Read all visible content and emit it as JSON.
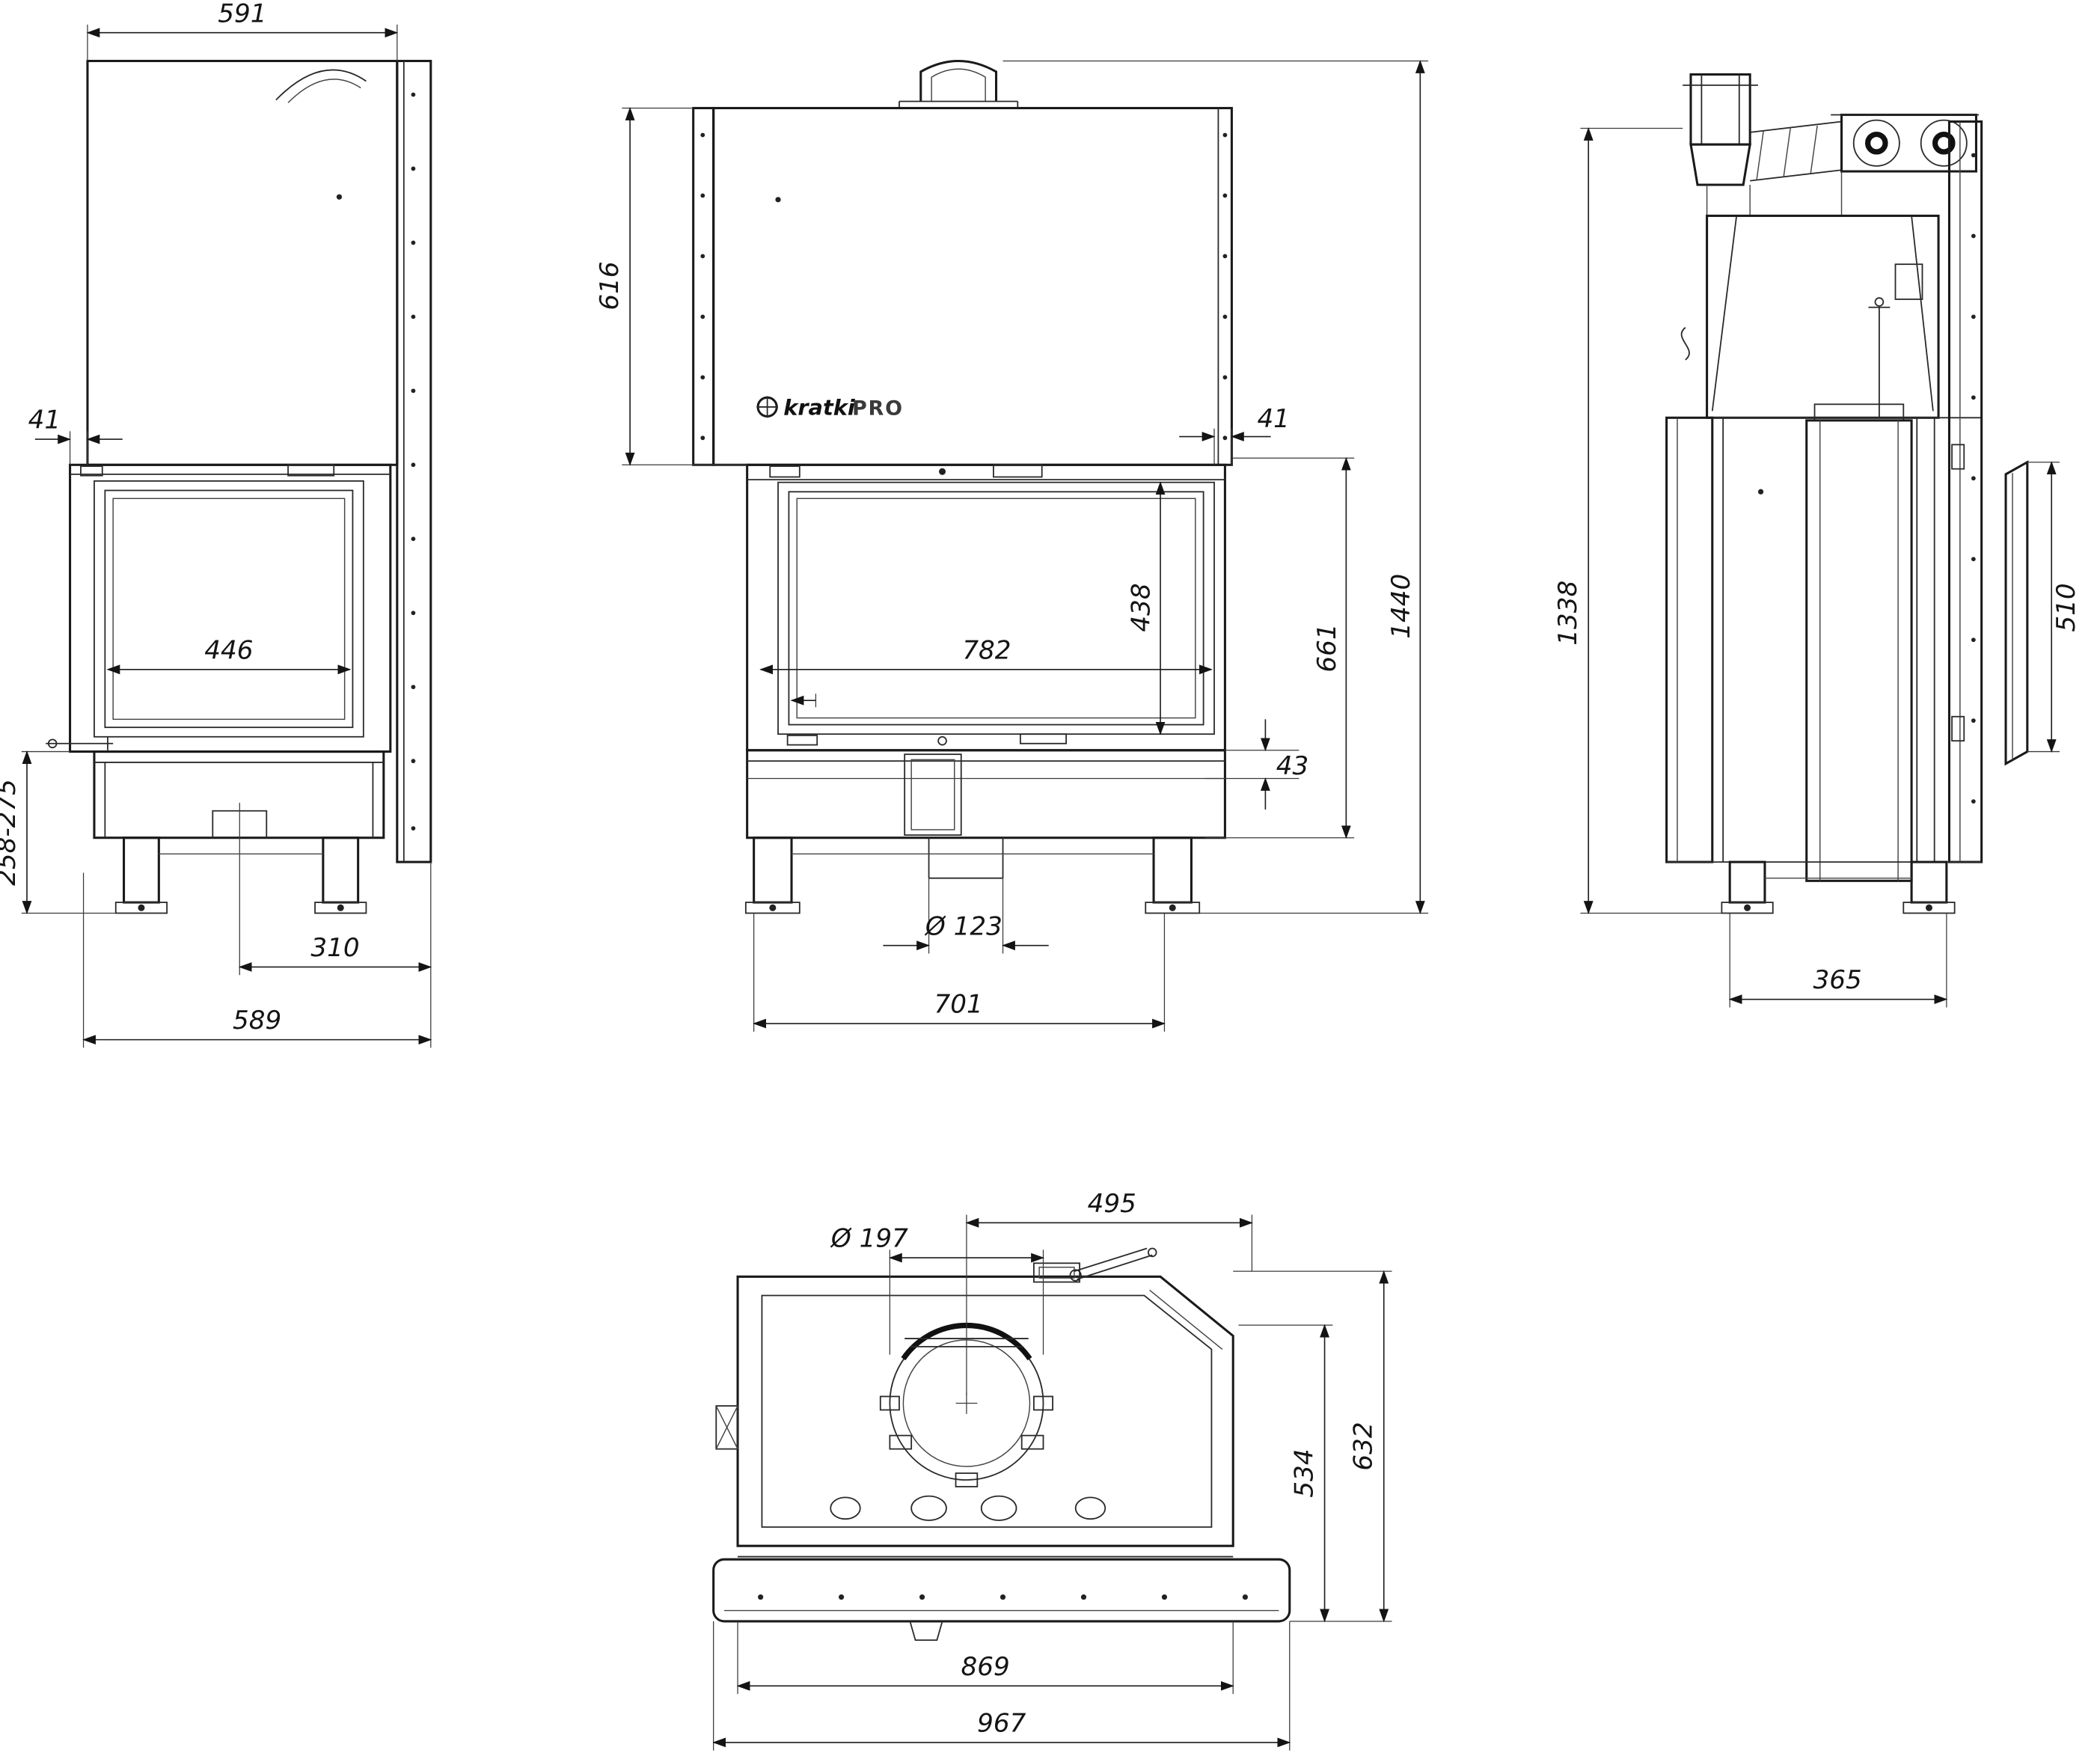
{
  "drawing": {
    "colors": {
      "line": "#1a1a1a",
      "background": "#ffffff"
    },
    "logo": {
      "brand": "kratki",
      "series": "PRO"
    },
    "views": {
      "left_side": {
        "dims": {
          "top_width": "591",
          "frame_offset": "41",
          "glass_width": "446",
          "plinth_height_range": "258-275",
          "base_center_to_back": "310",
          "overall_depth": "589"
        }
      },
      "front": {
        "dims": {
          "hood_height": "616",
          "frame_offset_right": "41",
          "glass_width": "782",
          "glass_height": "438",
          "firebox_height": "661",
          "overall_height": "1440",
          "base_lip": "43",
          "air_inlet_diameter": "Ø 123",
          "base_width": "701"
        }
      },
      "right_side": {
        "dims": {
          "body_height": "1338",
          "side_panel_height": "510",
          "base_depth": "365"
        }
      },
      "top": {
        "dims": {
          "flue_center_offset": "495",
          "flue_diameter": "Ø 197",
          "body_depth": "534",
          "overall_depth": "632",
          "body_width": "869",
          "overall_width": "967"
        }
      }
    }
  }
}
